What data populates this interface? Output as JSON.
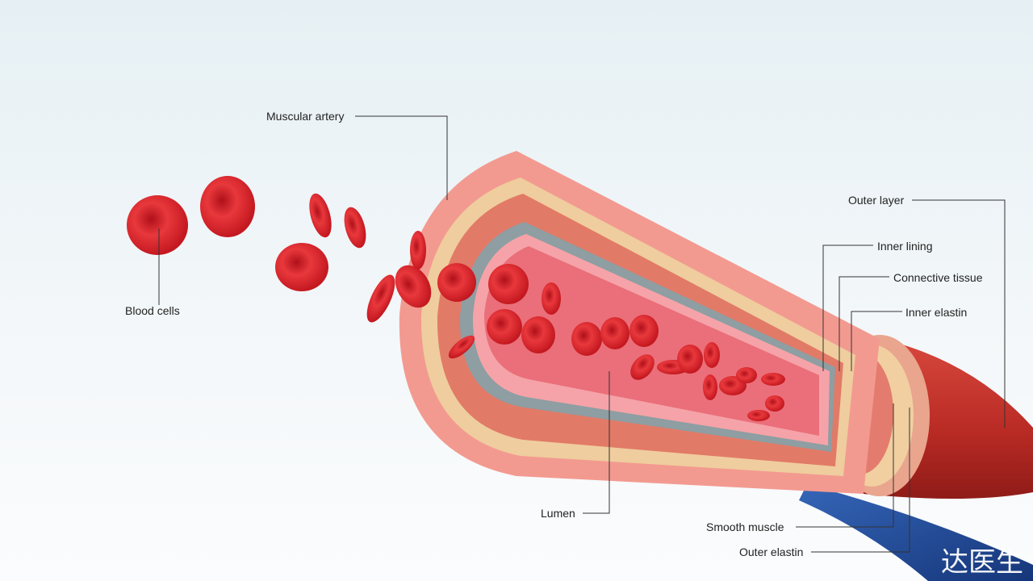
{
  "labels": {
    "muscular_artery": "Muscular artery",
    "blood_cells": "Blood cells",
    "outer_layer": "Outer layer",
    "inner_lining": "Inner lining",
    "connective_tissue": "Connective tissue",
    "inner_elastin": "Inner elastin",
    "lumen": "Lumen",
    "smooth_muscle": "Smooth muscle",
    "outer_elastin": "Outer elastin"
  },
  "watermark": "达医生",
  "colors": {
    "blood": "#d8232a",
    "artery_outer": "#c8322c",
    "vein": "#1f4fa0"
  }
}
